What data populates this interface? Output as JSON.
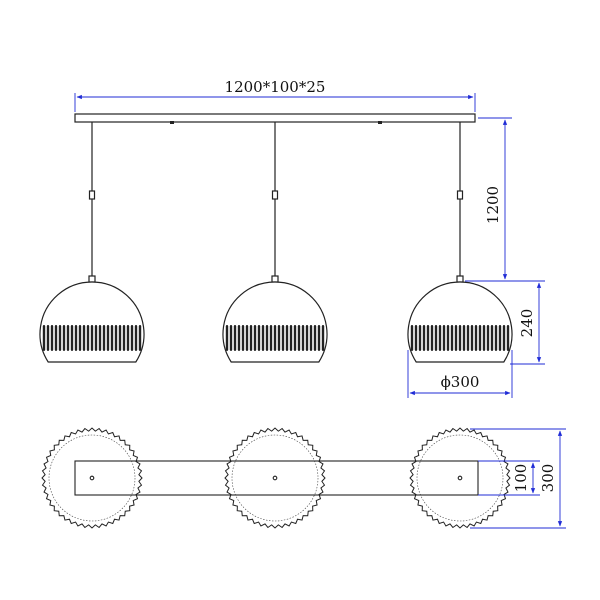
{
  "dimensions": {
    "canopy_size": "1200*100*25",
    "drop_length": "1200",
    "shade_height": "240",
    "shade_diameter": "ϕ300",
    "canopy_depth": "100",
    "overall_depth": "300"
  },
  "colors": {
    "line": "#222222",
    "dimension_line": "#1f2bd6",
    "background": "#ffffff"
  },
  "pendant_count": 3
}
